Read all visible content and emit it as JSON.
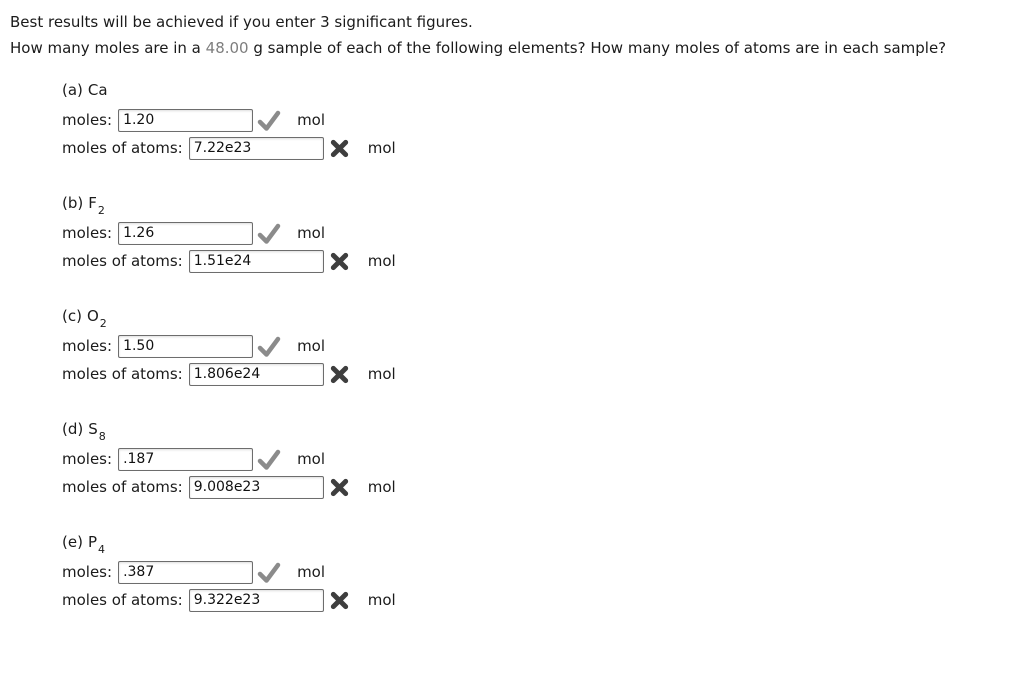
{
  "header": {
    "instruction": "Best results will be achieved if you enter 3 significant figures.",
    "question_before_mass": "How many moles are in a ",
    "mass": "48.00",
    "question_after_mass": " g sample of each of the following elements? How many moles of atoms are in each sample?"
  },
  "row_labels": {
    "moles": "moles:",
    "moles_of_atoms": "moles of atoms:"
  },
  "unit": "mol",
  "icons": {
    "correct": "check-icon",
    "incorrect": "x-icon"
  },
  "colors": {
    "text": "#1b1b1b",
    "mass_text": "#7e7e7e",
    "correct_icon": "#8b8b8b",
    "incorrect_icon": "#3e3e3e",
    "input_border": "#6d6d6d"
  },
  "parts": [
    {
      "index_label": "(a)",
      "symbol": "Ca",
      "subscript": "",
      "moles": {
        "value": "1.20",
        "status": "correct"
      },
      "moles_of_atoms": {
        "value": "7.22e23",
        "status": "incorrect"
      }
    },
    {
      "index_label": "(b)",
      "symbol": "F",
      "subscript": "2",
      "moles": {
        "value": "1.26",
        "status": "correct"
      },
      "moles_of_atoms": {
        "value": "1.51e24",
        "status": "incorrect"
      }
    },
    {
      "index_label": "(c)",
      "symbol": "O",
      "subscript": "2",
      "moles": {
        "value": "1.50",
        "status": "correct"
      },
      "moles_of_atoms": {
        "value": "1.806e24",
        "status": "incorrect"
      }
    },
    {
      "index_label": "(d)",
      "symbol": "S",
      "subscript": "8",
      "moles": {
        "value": ".187",
        "status": "correct"
      },
      "moles_of_atoms": {
        "value": "9.008e23",
        "status": "incorrect"
      }
    },
    {
      "index_label": "(e)",
      "symbol": "P",
      "subscript": "4",
      "moles": {
        "value": ".387",
        "status": "correct"
      },
      "moles_of_atoms": {
        "value": "9.322e23",
        "status": "incorrect"
      }
    }
  ]
}
